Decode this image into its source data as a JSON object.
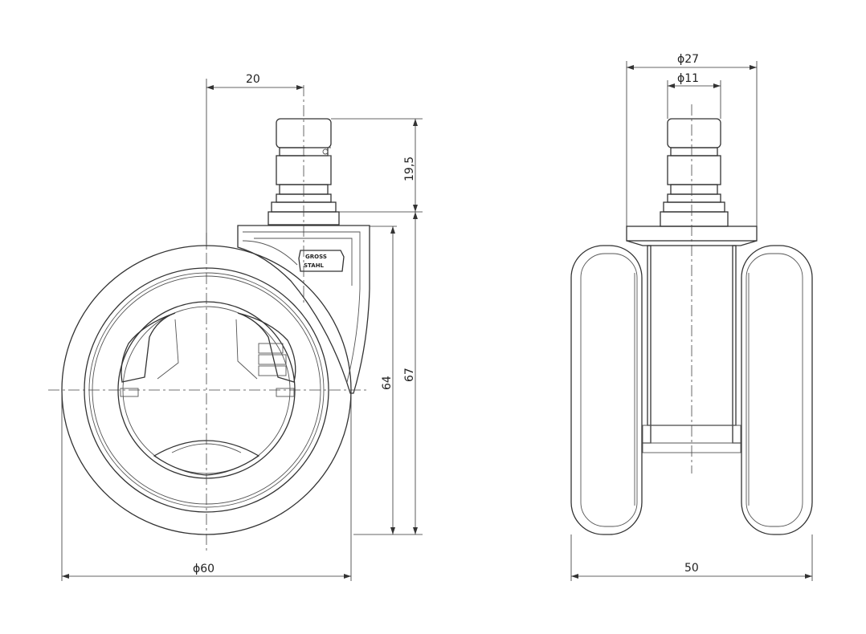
{
  "brand": {
    "line1": "GROSS",
    "line2": "STAHL"
  },
  "dimensions": {
    "stem_offset": "20",
    "stem_height": "19,5",
    "body_height_inner": "64",
    "body_height_total": "67",
    "wheel_diameter": "ϕ60",
    "top_outer_diameter": "ϕ27",
    "stem_diameter": "ϕ11",
    "overall_width": "50"
  }
}
